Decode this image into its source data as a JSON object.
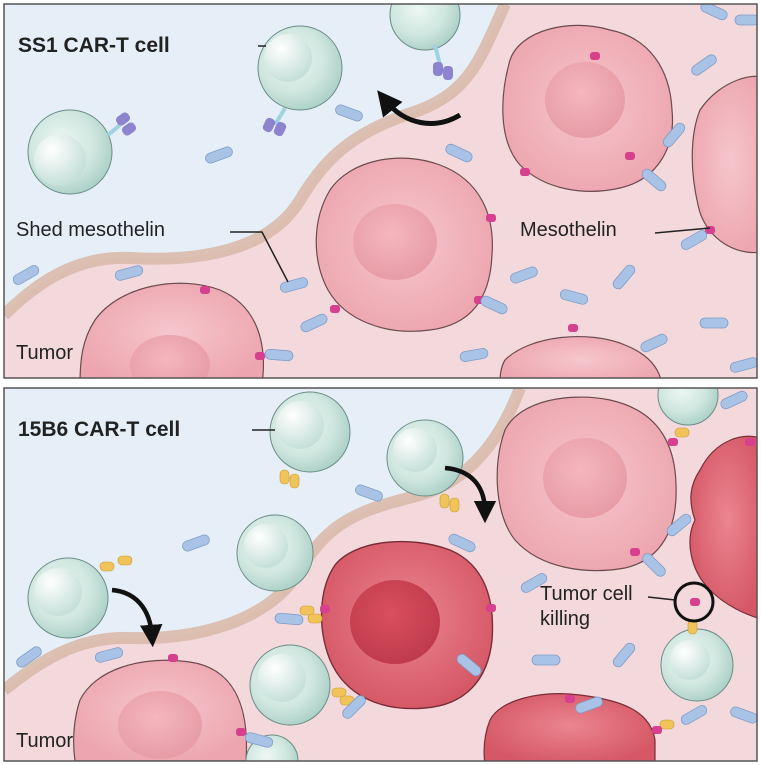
{
  "figure": {
    "top_panel": {
      "cell_label": "SS1 CAR-T cell",
      "shed_label": "Shed mesothelin",
      "antigen_label": "Mesothelin",
      "region_label": "Tumor"
    },
    "bottom_panel": {
      "cell_label": "15B6 CAR-T cell",
      "killing_label_line1": "Tumor cell",
      "killing_label_line2": "killing",
      "region_label": "Tumor"
    },
    "colors": {
      "tumor_tissue": "#f3d9dc",
      "fluid": "#e4eef6",
      "boundary": "#d9b6a7",
      "tumor_cell": "#f1b3bb",
      "killed_cell": "#e06b78",
      "t_cell": "#cfe7e1",
      "mesothelin": "#a9c3e6",
      "membrane_antigen": "#d6408e",
      "ss1_scfv": "#8d83cf",
      "b15b6_scfv": "#f0c45a",
      "cell_outline": "#5c4a4a"
    },
    "icons": [
      "curved-arrow-icon",
      "target-circle-icon"
    ]
  }
}
